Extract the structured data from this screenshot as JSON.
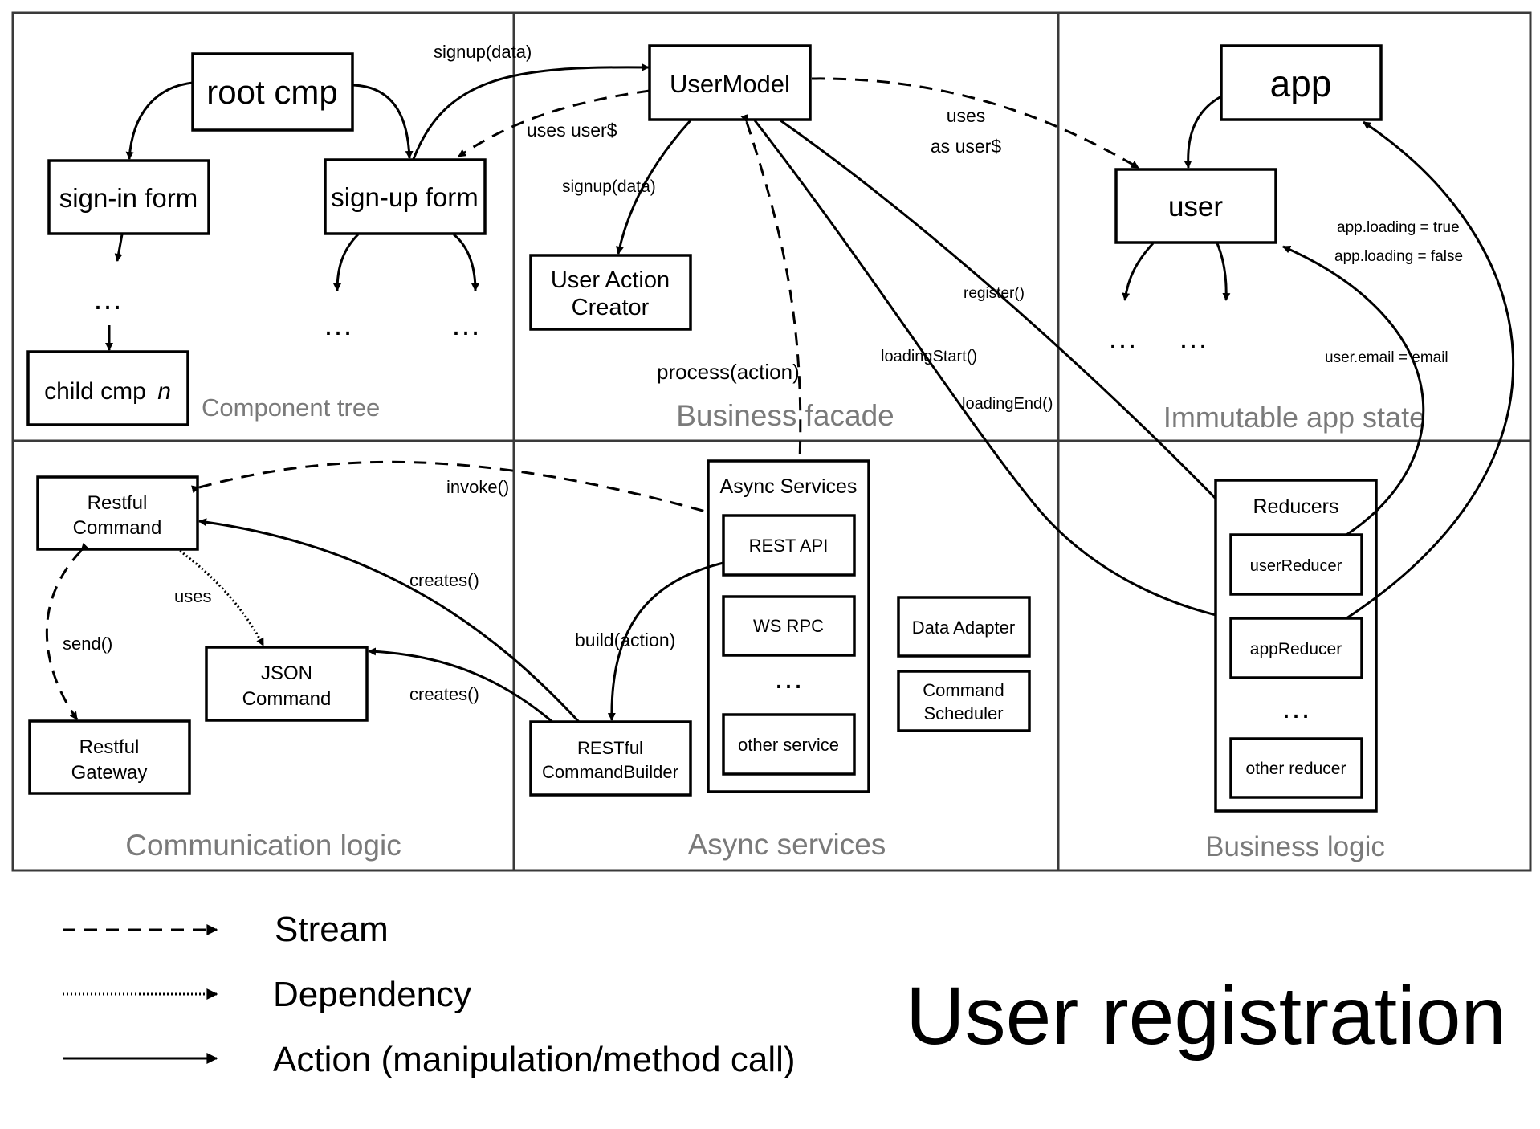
{
  "title": "User registration",
  "zones": {
    "component_tree": "Component tree",
    "business_facade": "Business facade",
    "immutable_app_state": "Immutable app state",
    "communication_logic": "Communication logic",
    "async_services": "Async services",
    "business_logic": "Business logic"
  },
  "nodes": {
    "root_cmp": "root cmp",
    "sign_in_form": "sign-in form",
    "sign_up_form": "sign-up form",
    "child_cmp": "child cmp",
    "child_cmp_n": "n",
    "user_model": "UserModel",
    "user_action_creator_line1": "User Action",
    "user_action_creator_line2": "Creator",
    "app": "app",
    "user": "user",
    "restful_command_line1": "Restful",
    "restful_command_line2": "Command",
    "json_command_line1": "JSON",
    "json_command_line2": "Command",
    "restful_gateway_line1": "Restful",
    "restful_gateway_line2": "Gateway",
    "restful_builder_line1": "RESTful",
    "restful_builder_line2": "CommandBuilder",
    "async_services_title": "Async Services",
    "rest_api": "REST API",
    "ws_rpc": "WS RPC",
    "other_service": "other service",
    "data_adapter": "Data Adapter",
    "command_scheduler_line1": "Command",
    "command_scheduler_line2": "Scheduler",
    "reducers_title": "Reducers",
    "user_reducer": "userReducer",
    "app_reducer": "appReducer",
    "other_reducer": "other reducer",
    "ellipsis": "…"
  },
  "edge_labels": {
    "signup_data_top": "signup(data)",
    "uses_user": "uses user$",
    "signup_data_mid": "signup(data)",
    "uses": "uses",
    "as_user": "as user$",
    "register": "register()",
    "loading_start": "loadingStart()",
    "loading_end": "loadingEnd()",
    "process_action": "process(action)",
    "app_loading_true": "app.loading = true",
    "app_loading_false": "app.loading = false",
    "user_email": "user.email = email",
    "invoke": "invoke()",
    "creates_1": "creates()",
    "creates_2": "creates()",
    "uses_dep": "uses",
    "send": "send()",
    "build_action": "build(action)"
  },
  "legend": [
    {
      "style": "dashed",
      "label": "Stream"
    },
    {
      "style": "dotted",
      "label": "Dependency"
    },
    {
      "style": "solid",
      "label": "Action (manipulation/method call)"
    }
  ]
}
